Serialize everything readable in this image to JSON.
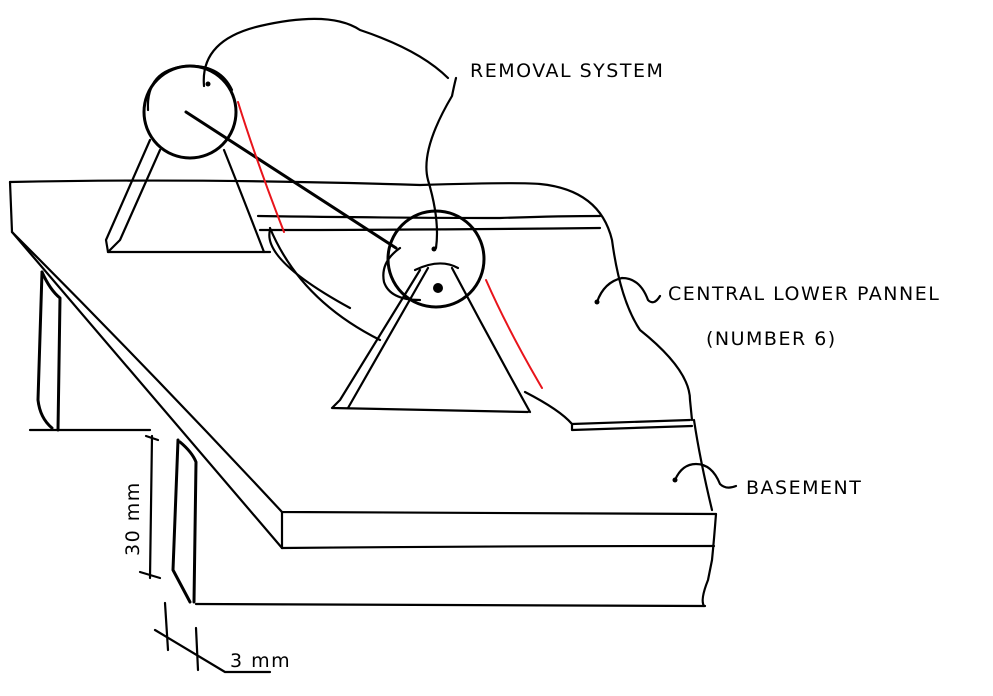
{
  "diagram": {
    "type": "hand-drawn isometric sketch",
    "ink_color": "#000000",
    "wire_color": "#e8141b",
    "background": "#ffffff",
    "labels": {
      "removal_system": "REMOVAL SYSTEM",
      "central_lower_panel": "CENTRAL LOWER PANNEL",
      "central_lower_panel_sub": "(NUMBER 6)",
      "basement": "BASEMENT",
      "height_dimension": "30 mm",
      "width_dimension": "3 mm"
    },
    "components": [
      {
        "name": "basement",
        "description": "thick base slab"
      },
      {
        "name": "central-lower-panel",
        "description": "thin panel on top of base"
      },
      {
        "name": "rear-pulley",
        "description": "circular pulley on triangular support"
      },
      {
        "name": "front-pulley",
        "description": "circular pulley on triangular support"
      },
      {
        "name": "removal-system-wire",
        "description": "red wire along pulleys"
      },
      {
        "name": "support-legs",
        "description": "two vertical legs under the base"
      }
    ]
  }
}
